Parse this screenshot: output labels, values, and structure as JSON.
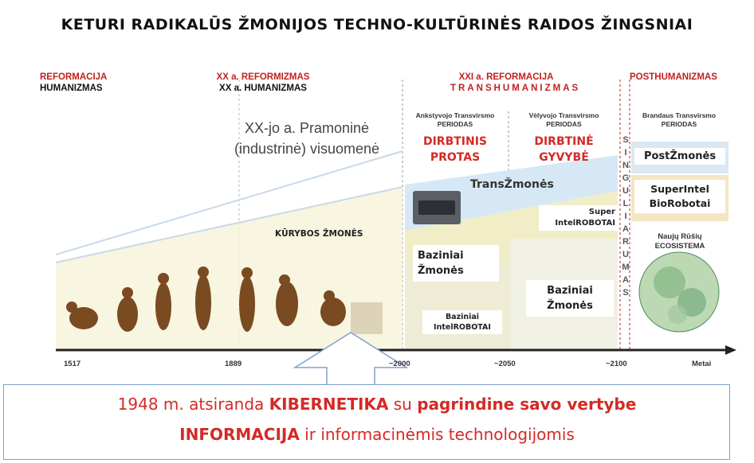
{
  "title": "KETURI  RADIKALŪS ŽMONIJOS TECHNO-KULTŪRINĖS RAIDOS ŽINGSNIAI",
  "eras": [
    {
      "line1": "REFORMACIJA",
      "line2": "HUMANIZMAS"
    },
    {
      "line1": "XX a. REFORMIZMAS",
      "line2": "XX a. HUMANIZMAS"
    },
    {
      "line1": "XXI a. REFORMACIJA",
      "line2": "TRANSHUMANIZMAS"
    },
    {
      "line1": "POSTHUMANIZMAS"
    }
  ],
  "industrial_society": {
    "line1": "XX-jo a. Pramoninė",
    "line2": "(industrinė) visuomenė"
  },
  "periods": [
    {
      "line1": "Ankstyvojo Transvirsmo",
      "line2": "PERIODAS",
      "red1": "DIRBTINIS",
      "red2": "PROTAS"
    },
    {
      "line1": "Vėlyvojo Transvirsmo",
      "line2": "PERIODAS",
      "red1": "DIRBTINĖ",
      "red2": "GYVYBĖ"
    },
    {
      "line1": "Brandaus Transvirsmo",
      "line2": "PERIODAS"
    }
  ],
  "labels": {
    "kurybos": "KŪRYBOS ŽMONĖS",
    "transzmones": "TransŽmonės",
    "baziniai_zmones_1": {
      "line1": "Baziniai",
      "line2": "Žmonės"
    },
    "baziniai_robotai": {
      "line1": "Baziniai",
      "line2": "IntelROBOTAI"
    },
    "super_robotai": {
      "line1": "Super",
      "line2": "IntelROBOTAI"
    },
    "baziniai_zmones_2": {
      "line1": "Baziniai",
      "line2": "Žmonės"
    },
    "postzmones": "PostŽmonės",
    "superintel": {
      "line1": "SuperIntel",
      "line2": "BioRobotai"
    },
    "ecosistema": {
      "line1": "Naujų Rūšių",
      "line2": "ECOSISTEMA"
    },
    "singularity_letters": [
      "S",
      "I",
      "N",
      "G",
      "U",
      "L",
      "I",
      "A",
      "R",
      "U",
      "M",
      "A",
      "S"
    ]
  },
  "timeline": {
    "ticks": [
      "1517",
      "1889",
      "~2000",
      "~2050",
      "~2100"
    ],
    "unit": "Metai"
  },
  "callout": {
    "l1_a": "1948 m. atsiranda ",
    "l1_b": "KIBERNETIKA",
    "l1_c": " su ",
    "l1_d": "pagrindine savo vertybe",
    "l2_a": "INFORMACIJA",
    "l2_b": " ir informacinėmis technologijomis"
  },
  "colors": {
    "red": "#c0211e",
    "arrow_blue": "#7ea0cf",
    "cream": "#f4efcc",
    "sky": "#cfe3f3"
  }
}
